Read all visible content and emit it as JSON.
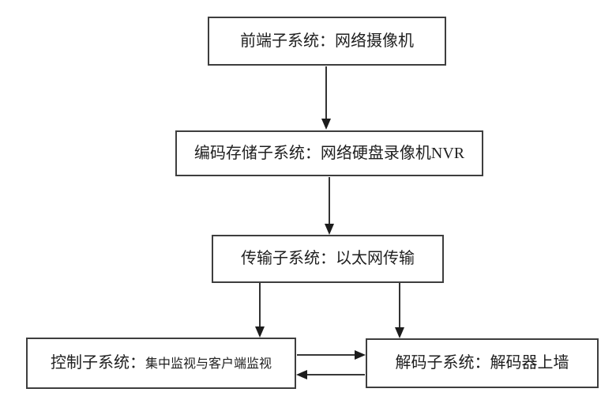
{
  "diagram": {
    "nodes": [
      {
        "id": "frontend",
        "label": "前端子系统：网络摄像机"
      },
      {
        "id": "encode-storage",
        "label": "编码存储子系统：网络硬盘录像机NVR"
      },
      {
        "id": "transmission",
        "label": "传输子系统：以太网传输"
      },
      {
        "id": "control",
        "label_main": "控制子系统：",
        "label_sub": "集中监视与客户端监视"
      },
      {
        "id": "decode",
        "label": "解码子系统：解码器上墙"
      }
    ],
    "edges": [
      {
        "from": "前端子系统",
        "to": "编码存储子系统",
        "direction": "down"
      },
      {
        "from": "编码存储子系统",
        "to": "传输子系统",
        "direction": "down"
      },
      {
        "from": "传输子系统",
        "to": "控制子系统",
        "direction": "down"
      },
      {
        "from": "传输子系统",
        "to": "解码子系统",
        "direction": "down"
      },
      {
        "from": "控制子系统",
        "to": "解码子系统",
        "direction": "right"
      },
      {
        "from": "解码子系统",
        "to": "控制子系统",
        "direction": "left"
      }
    ]
  },
  "colors": {
    "border": "#3e3e3e",
    "text": "#1f1f1f",
    "arrow": "#1c1c1c",
    "background": "#ffffff"
  }
}
